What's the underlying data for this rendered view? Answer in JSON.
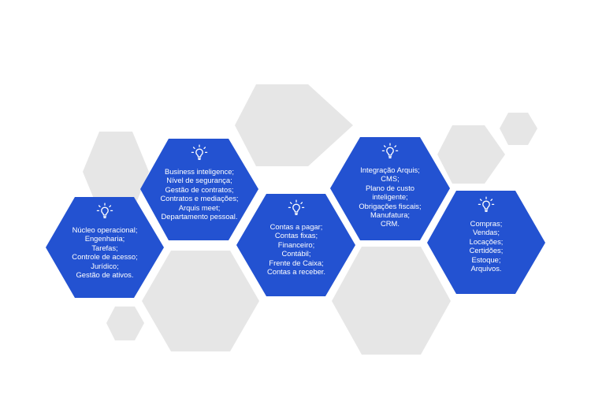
{
  "colors": {
    "blue": "#2352d1",
    "gray": "#e6e6e6",
    "text": "#ffffff"
  },
  "icon": "lightbulb-icon",
  "cards": [
    {
      "id": "operacional",
      "lines": [
        "Núcleo operacional;",
        "Engenharia;",
        "Tarefas;",
        "Controle de acesso;",
        "Jurídico;",
        "Gestão de ativos."
      ]
    },
    {
      "id": "business",
      "lines": [
        "Business inteligence;",
        "Nível de segurança;",
        "Gestão de contratos;",
        "Contratos e mediações;",
        "Arquis meet;",
        "Departamento pessoal."
      ]
    },
    {
      "id": "financeiro",
      "lines": [
        "Contas a pagar;",
        "Contas fixas;",
        "Financeiro;",
        "Contábil;",
        "Frente de Caixa;",
        "Contas a receber."
      ]
    },
    {
      "id": "integracao",
      "lines": [
        "Integração Arquis;",
        "CMS;",
        "Plano de custo",
        "inteligente;",
        "Obrigações fiscais;",
        "Manufatura;",
        "CRM."
      ]
    },
    {
      "id": "compras",
      "lines": [
        "Compras;",
        "Vendas;",
        "Locações;",
        "Certidões;",
        "Estoque;",
        "Arquivos."
      ]
    }
  ]
}
